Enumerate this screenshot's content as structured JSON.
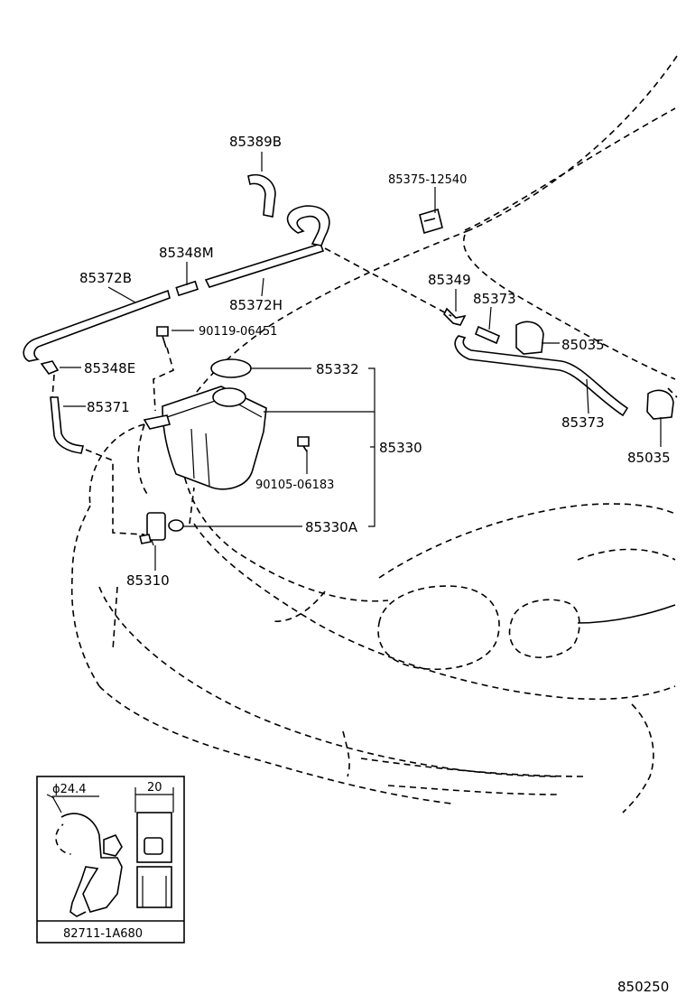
{
  "parts": {
    "p85389B": "85389B",
    "p85375_12540": "85375-12540",
    "p85348M": "85348M",
    "p85372B": "85372B",
    "p85372H": "85372H",
    "p85349": "85349",
    "p85373_top": "85373",
    "p85035_a": "85035",
    "p90119_06451": "90119-06451",
    "p85348E": "85348E",
    "p85332": "85332",
    "p85371": "85371",
    "p85373_bottom": "85373",
    "p85035_b": "85035",
    "p85330": "85330",
    "p90105_06183": "90105-06183",
    "p85330A": "85330A",
    "p85310": "85310"
  },
  "inset": {
    "diameter": "ϕ24.4",
    "width": "20",
    "part_number": "82711-1A680"
  },
  "figure_number": "850250"
}
